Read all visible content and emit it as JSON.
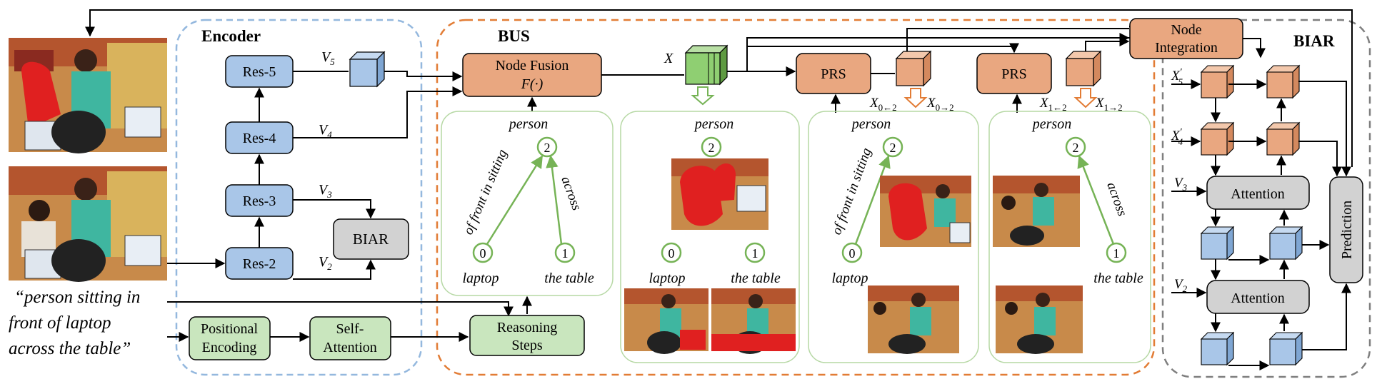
{
  "colors": {
    "blue_fill": "#a9c6e8",
    "orange_fill": "#e9a780",
    "green_fill": "#c9e6be",
    "gray_fill": "#d2d2d2",
    "green_line": "#76b356",
    "encoder_border": "#94b8de",
    "bus_border": "#e27c35",
    "biar_border": "#7f7f7f",
    "mask_red": "#e02020"
  },
  "icons": [
    "blue-cube-icon",
    "orange-cube-icon",
    "green-cube-icon",
    "down-arrow-icon"
  ],
  "query": {
    "line1": "“person sitting in",
    "line2": "front of laptop",
    "line3": "across the table”"
  },
  "encoder": {
    "title": "Encoder",
    "res5": "Res-5",
    "res4": "Res-4",
    "res3": "Res-3",
    "res2": "Res-2",
    "biar": "BIAR",
    "pos_enc_1": "Positional",
    "pos_enc_2": "Encoding",
    "self_att_1": "Self-",
    "self_att_2": "Attention",
    "v5": "V",
    "v5_sub": "5",
    "v4": "V",
    "v4_sub": "4",
    "v3": "V",
    "v3_sub": "3",
    "v2": "V",
    "v2_sub": "2"
  },
  "bus": {
    "title": "BUS",
    "node_fusion_1": "Node Fusion",
    "node_fusion_2": "F(·)",
    "reasoning_1": "Reasoning",
    "reasoning_2": "Steps",
    "x_label": "X",
    "prs1": "PRS",
    "prs2": "PRS",
    "x0_left": "X",
    "x0_left_sub": "0←2",
    "x0_right": "X",
    "x0_right_sub": "0→2",
    "x1_left": "X",
    "x1_left_sub": "1←2",
    "x1_right": "X",
    "x1_right_sub": "1→2"
  },
  "graph": {
    "node_person": "person",
    "node_laptop": "laptop",
    "node_table": "the table",
    "id_2": "2",
    "id_0": "0",
    "id_1": "1",
    "edge_front": "of front in sitting",
    "edge_across": "across"
  },
  "biar": {
    "title": "BIAR",
    "node_integration_1": "Node",
    "node_integration_2": "Integration",
    "x5p": "X",
    "x5p_sup": "′",
    "x5p_sub": "5",
    "x4p": "X",
    "x4p_sup": "′",
    "x4p_sub": "4",
    "v3": "V",
    "v3_sub": "3",
    "v2": "V",
    "v2_sub": "2",
    "attention_1": "Attention",
    "attention_2": "Attention",
    "prediction": "Prediction"
  }
}
